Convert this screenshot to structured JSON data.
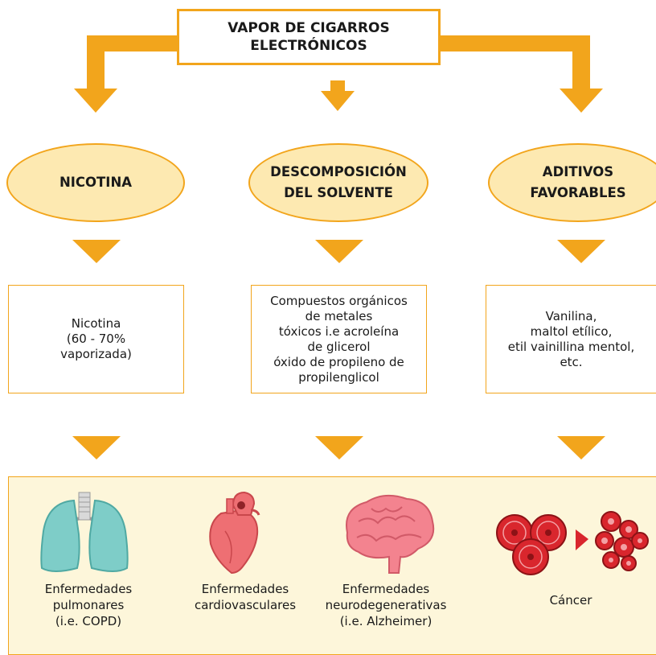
{
  "title": {
    "line1": "VAPOR DE CIGARROS",
    "line2": "ELECTRÓNICOS"
  },
  "categories": [
    {
      "line1": "NICOTINA",
      "line2": ""
    },
    {
      "line1": "DESCOMPOSICIÓN",
      "line2": "DEL SOLVENTE"
    },
    {
      "line1": "ADITIVOS",
      "line2": "FAVORABLES"
    }
  ],
  "details": [
    [
      "Nicotina",
      "(60 - 70%",
      "vaporizada)"
    ],
    [
      "Compuestos orgánicos",
      "de metales",
      "tóxicos i.e acroleína",
      "de glicerol",
      "óxido de propileno de",
      "propilenglicol"
    ],
    [
      "Vanilina,",
      "maltol etílico,",
      "etil vainillina mentol,",
      "etc."
    ]
  ],
  "outcomes": [
    {
      "lines": [
        "Enfermedades",
        "pulmonares",
        "(i.e. COPD)"
      ],
      "icon": "lungs-icon"
    },
    {
      "lines": [
        "Enfermedades",
        "cardiovasculares"
      ],
      "icon": "heart-icon"
    },
    {
      "lines": [
        "Enfermedades",
        "neurodegenerativas",
        "(i.e. Alzheimer)"
      ],
      "icon": "brain-icon"
    },
    {
      "lines": [
        "Cáncer"
      ],
      "icon": "cancer-cells-icon"
    }
  ],
  "colors": {
    "accent": "#f2a51c",
    "ellipse_fill": "#fde9b1",
    "panel_fill": "#fdf6da",
    "lungs": "#7ecdc8",
    "heart": "#ee6f73",
    "brain": "#f3838f",
    "cells": "#d9262d"
  }
}
